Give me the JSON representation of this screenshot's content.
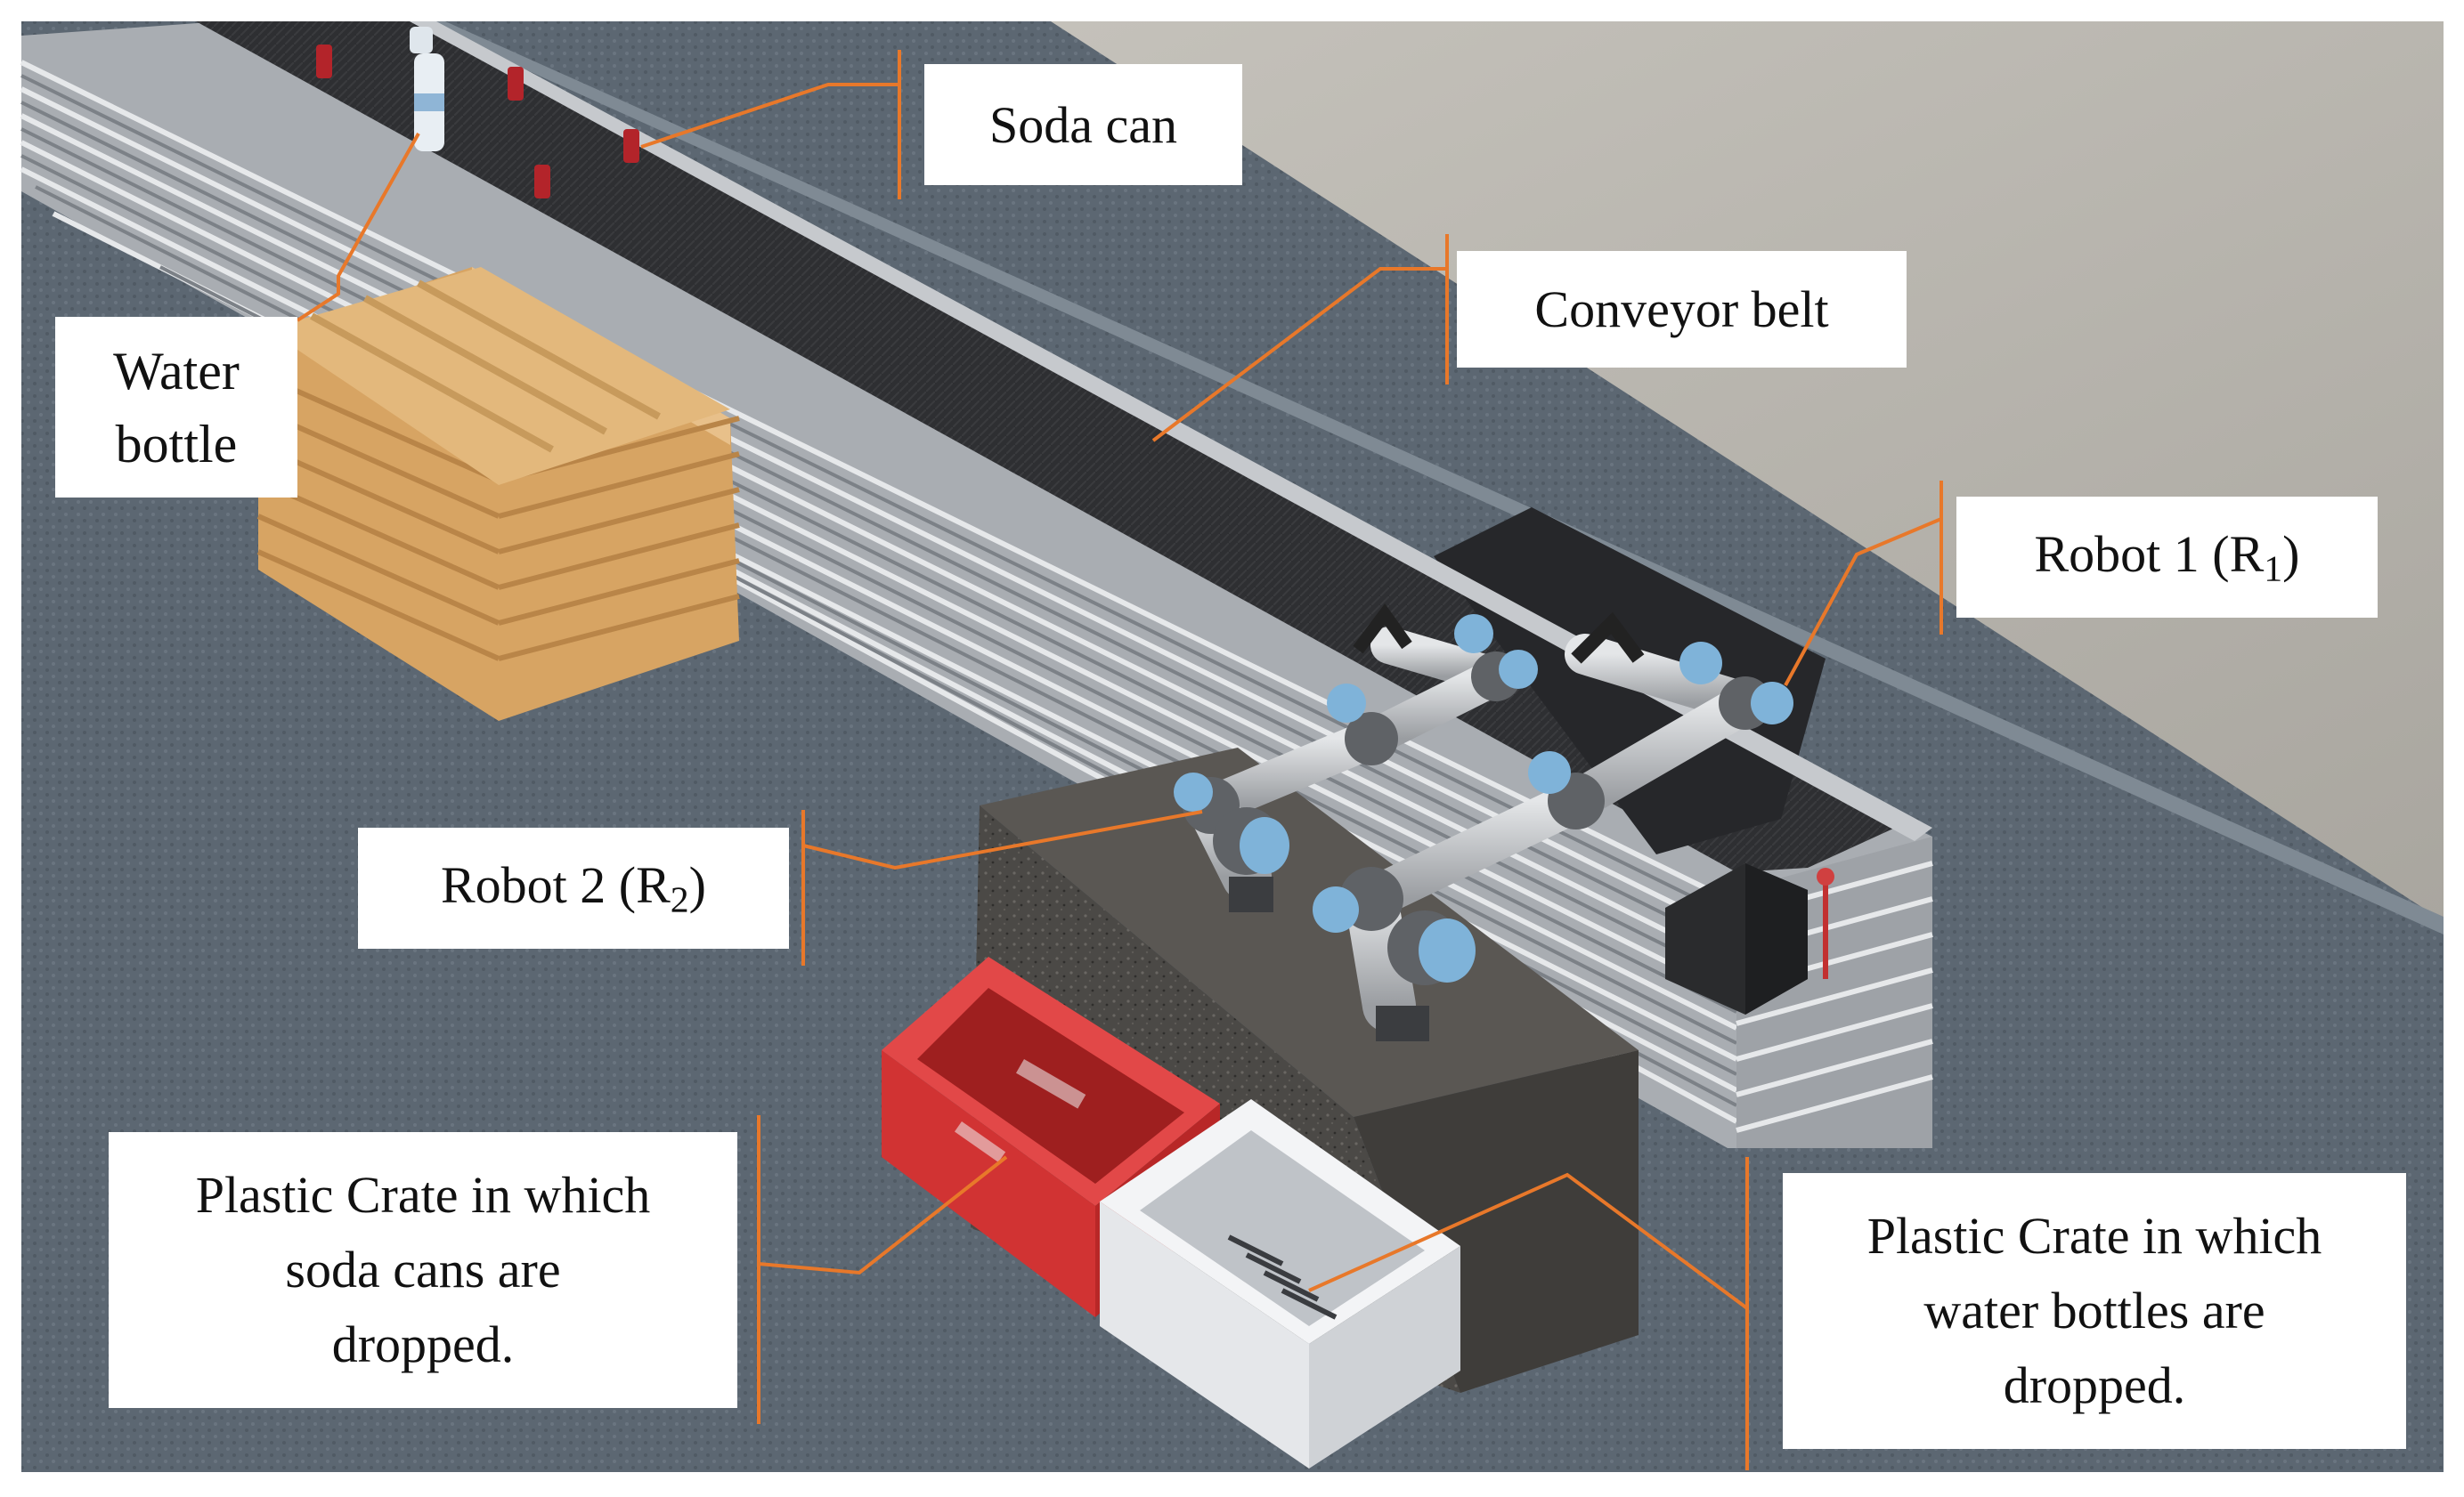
{
  "figure": {
    "labels": {
      "soda_can": "Soda can",
      "conveyor_belt": "Conveyor belt",
      "water_bottle": [
        "Water",
        "bottle"
      ],
      "robot_1": {
        "text": "Robot 1 (R",
        "subscript": "1",
        "suffix": ")"
      },
      "robot_2": {
        "text": "Robot 2 (R",
        "subscript": "2",
        "suffix": ")"
      },
      "crate_soda": [
        "Plastic Crate in which",
        "soda cans are",
        "dropped."
      ],
      "crate_water": [
        "Plastic Crate in which",
        "water bottles are",
        "dropped."
      ]
    },
    "colors": {
      "leader_line": "#e8782a",
      "floor": "#5a6570",
      "wall": "#b8b5ae",
      "belt": "#2f3033",
      "conveyor_frame": "#b9bcc0",
      "pallet": "#d9a766",
      "table": "#4a4845",
      "crate_red": "#d93a3a",
      "crate_white": "#eef0f2",
      "robot_arm": "#c8cacd",
      "robot_joint": "#7fb3d9"
    }
  }
}
